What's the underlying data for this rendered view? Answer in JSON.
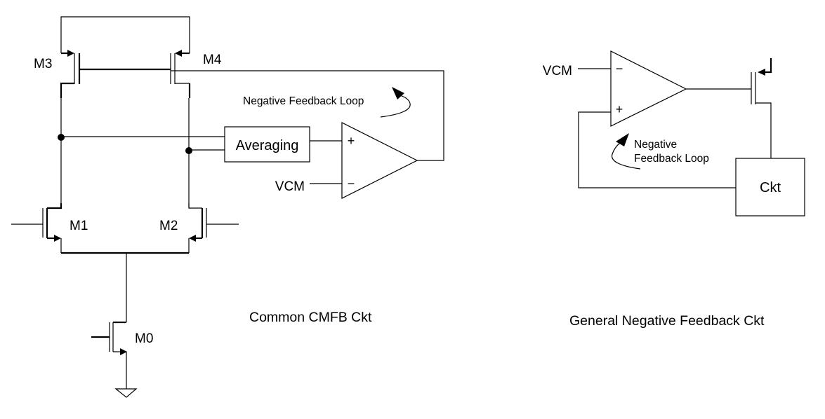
{
  "left_circuit": {
    "caption": "Common CMFB Ckt",
    "transistors": {
      "m0": "M0",
      "m1": "M1",
      "m2": "M2",
      "m3": "M3",
      "m4": "M4"
    },
    "averaging_block": "Averaging",
    "opamp": {
      "plus": "+",
      "minus": "−"
    },
    "vcm_label": "VCM",
    "feedback_note": "Negative Feedback Loop"
  },
  "right_circuit": {
    "caption": "General Negative Feedback Ckt",
    "opamp": {
      "plus": "+",
      "minus": "−"
    },
    "vcm_label": "VCM",
    "ckt_block": "Ckt",
    "feedback_note_line1": "Negative",
    "feedback_note_line2": "Feedback Loop"
  }
}
